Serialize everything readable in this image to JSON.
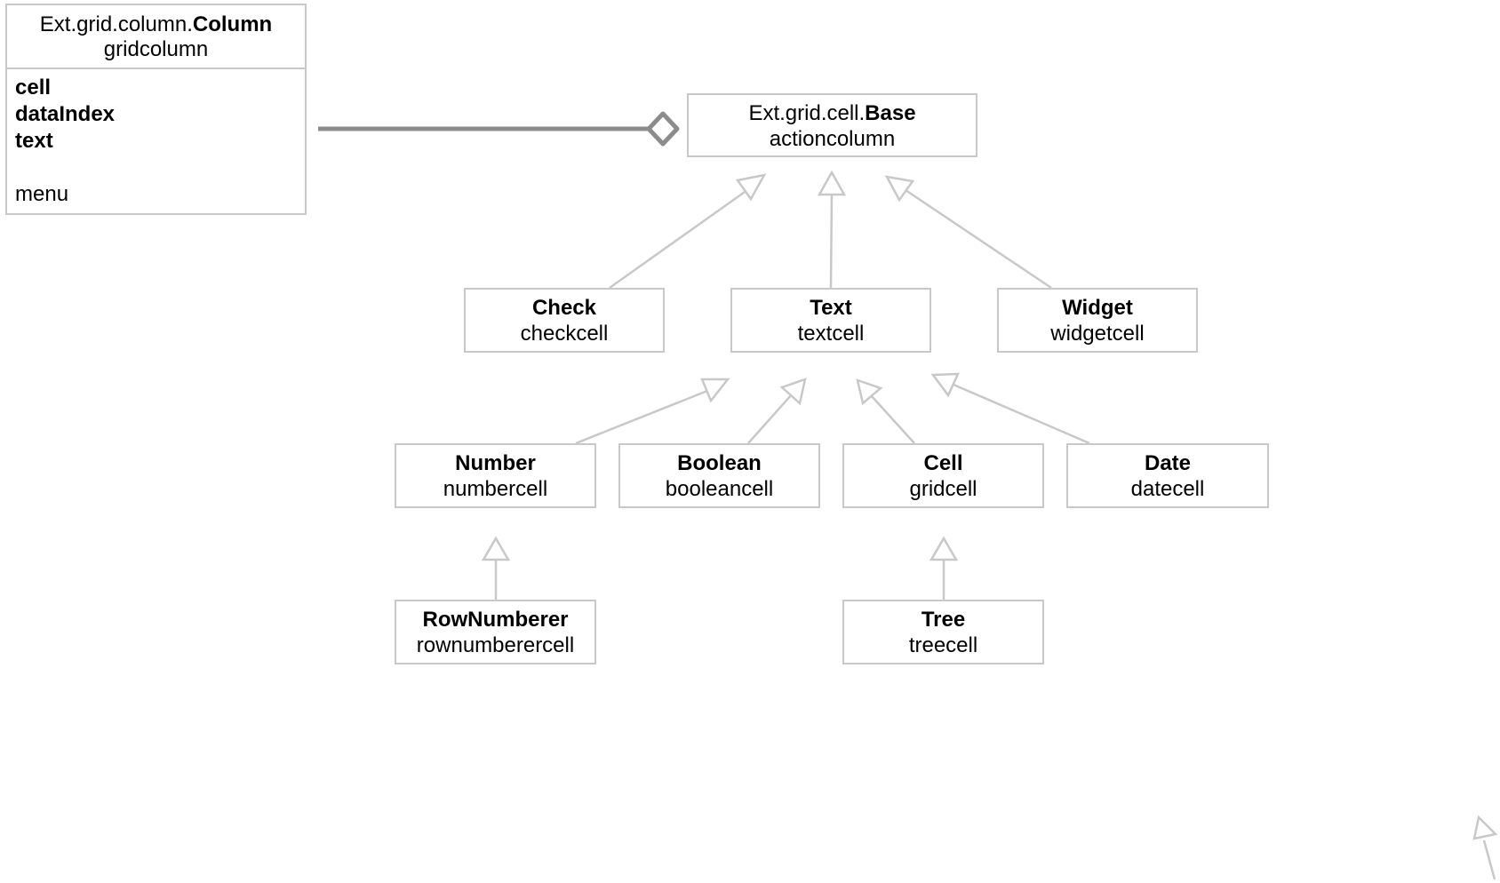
{
  "column_class": {
    "namespace": "Ext.grid.column.",
    "name": "Column",
    "alias": "gridcolumn",
    "properties": [
      "cell",
      "dataIndex",
      "text"
    ],
    "config": "menu"
  },
  "base_class": {
    "namespace": "Ext.grid.cell.",
    "name": "Base",
    "alias": "actioncolumn"
  },
  "classes": {
    "check": {
      "name": "Check",
      "alias": "checkcell"
    },
    "text": {
      "name": "Text",
      "alias": "textcell"
    },
    "widget": {
      "name": "Widget",
      "alias": "widgetcell"
    },
    "number": {
      "name": "Number",
      "alias": "numbercell"
    },
    "boolean": {
      "name": "Boolean",
      "alias": "booleancell"
    },
    "cell": {
      "name": "Cell",
      "alias": "gridcell"
    },
    "date": {
      "name": "Date",
      "alias": "datecell"
    },
    "rownumberer": {
      "name": "RowNumberer",
      "alias": "rownumberercell"
    },
    "tree": {
      "name": "Tree",
      "alias": "treecell"
    }
  },
  "colors": {
    "box_border": "#c8c8c8",
    "inheritance_line": "#c8c8c8",
    "aggregation_line": "#8c8c8c"
  }
}
